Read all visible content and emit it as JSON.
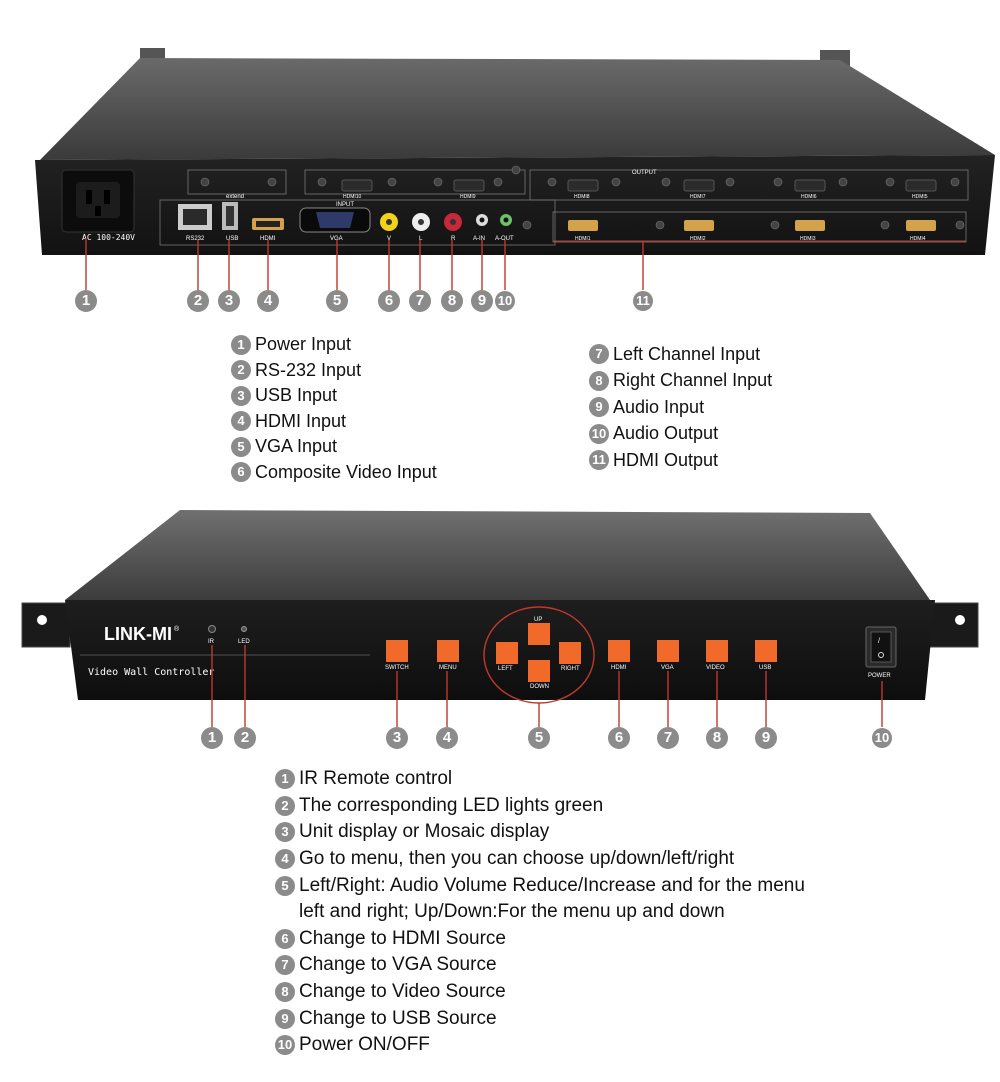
{
  "rear_panel": {
    "ports": {
      "ac": "AC 100-240V",
      "extend": "extend",
      "input_group": "INPUT",
      "output_group": "OUTPUT",
      "rs232": "RS232",
      "usb": "USB",
      "hdmi": "HDMI",
      "vga": "VGA",
      "v": "V",
      "l": "L",
      "r": "R",
      "a_in": "A-IN",
      "a_out": "A-OUT",
      "top_hdmi": [
        "HDMI10",
        "HDMI9",
        "HDMI8",
        "HDMI7",
        "HDMI6",
        "HDMI5"
      ],
      "bottom_hdmi": [
        "HDMI1",
        "HDMI2",
        "HDMI3",
        "HDMI4"
      ]
    },
    "callouts": [
      "1",
      "2",
      "3",
      "4",
      "5",
      "6",
      "7",
      "8",
      "9",
      "10",
      "11"
    ],
    "legend_left": [
      {
        "num": "1",
        "text": "Power Input"
      },
      {
        "num": "2",
        "text": "RS-232  Input"
      },
      {
        "num": "3",
        "text": "USB  Input"
      },
      {
        "num": "4",
        "text": "HDMI Input"
      },
      {
        "num": "5",
        "text": "VGA Input"
      },
      {
        "num": "6",
        "text": "Composite Video  Input"
      }
    ],
    "legend_right": [
      {
        "num": "7",
        "text": "Left Channel  Input"
      },
      {
        "num": "8",
        "text": "Right Channel  Input"
      },
      {
        "num": "9",
        "text": "Audio  Input"
      },
      {
        "num": "10",
        "text": "Audio Output"
      },
      {
        "num": "11",
        "text": "HDMI Output"
      }
    ]
  },
  "front_panel": {
    "brand": "LINK-MI",
    "registered": "®",
    "subtitle": "Video Wall Controller",
    "ir_label": "IR",
    "led_label": "LED",
    "buttons": {
      "switch": "SWITCH",
      "menu": "MENU",
      "up": "UP",
      "left": "LEFT",
      "right": "RIGHT",
      "down": "DOWN",
      "hdmi": "HDMI",
      "vga": "VGA",
      "video": "VIDEO",
      "usb": "USB",
      "power": "POWER"
    },
    "callouts": [
      "1",
      "2",
      "3",
      "4",
      "5",
      "6",
      "7",
      "8",
      "9",
      "10"
    ],
    "legend": [
      {
        "num": "1",
        "text": "IR Remote control"
      },
      {
        "num": "2",
        "text": "The corresponding LED lights green"
      },
      {
        "num": "3",
        "text": "Unit display or Mosaic display"
      },
      {
        "num": "4",
        "text": "Go to menu, then you can choose up/down/left/right"
      },
      {
        "num": "5",
        "text": "Left/Right: Audio Volume Reduce/Increase and for the menu",
        "cont": "left and right; Up/Down:For the menu up and down"
      },
      {
        "num": "6",
        "text": "Change to HDMI Source"
      },
      {
        "num": "7",
        "text": "Change to VGA Source"
      },
      {
        "num": "8",
        "text": "Change to Video Source"
      },
      {
        "num": "9",
        "text": "Change to USB Source"
      },
      {
        "num": "10",
        "text": "Power ON/OFF"
      }
    ]
  }
}
